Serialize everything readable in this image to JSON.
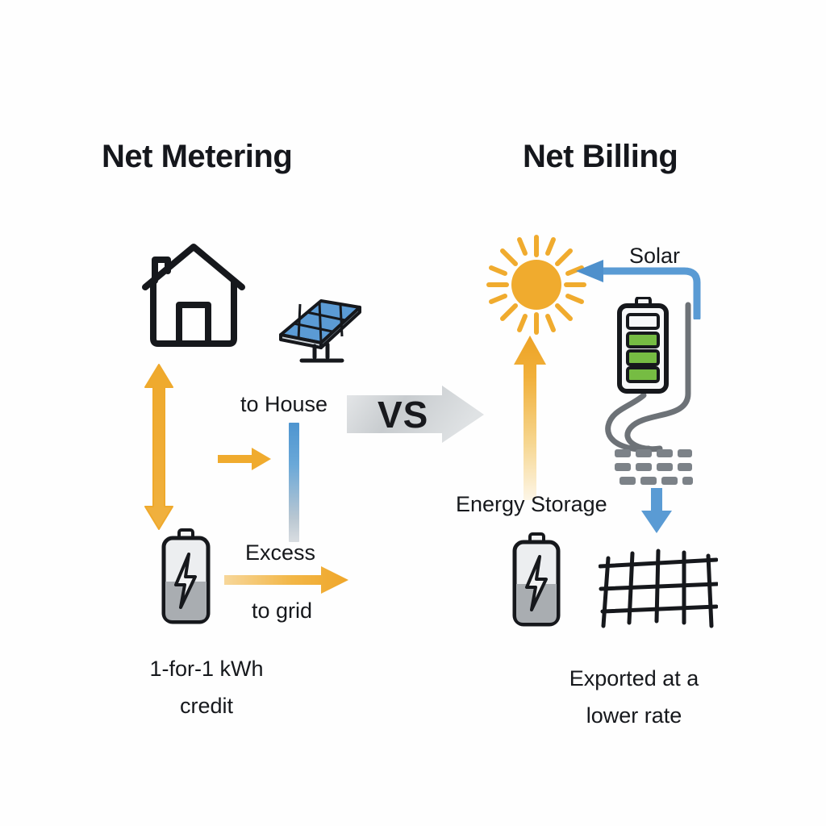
{
  "diagram": {
    "type": "comparison-diagram",
    "background_color": "#fefefe",
    "left_panel": {
      "title": "Net Metering",
      "caption": "1-for-1 kWh\ncredit",
      "labels": {
        "to_house": "to House",
        "excess": "Excess",
        "to_grid": "to grid"
      },
      "icons": [
        "house-icon",
        "solar-panel-icon",
        "battery-icon",
        "bidirectional-arrow-icon",
        "arrow-right-icon",
        "arrow-to-grid-icon",
        "to-house-bar-icon"
      ]
    },
    "divider": {
      "label": "VS",
      "shape": "right-arrow-badge",
      "color": "#c9cccf"
    },
    "right_panel": {
      "title": "Net Billing",
      "caption": "Exported at a\nlower rate",
      "labels": {
        "solar": "Solar",
        "energy_storage": "Energy Storage"
      },
      "icons": [
        "sun-icon",
        "green-battery-icon",
        "cable-icon",
        "inverter-icon",
        "battery-icon",
        "power-grid-icon",
        "arrow-up-icon",
        "arrow-left-icon",
        "arrow-down-icon"
      ]
    },
    "colors": {
      "accent_orange": "#f0ab2e",
      "accent_blue": "#4e95d0",
      "battery_green": "#76bc43",
      "panel_blue": "#5b9bd5",
      "text": "#16181c",
      "gray": "#7c8288"
    }
  }
}
